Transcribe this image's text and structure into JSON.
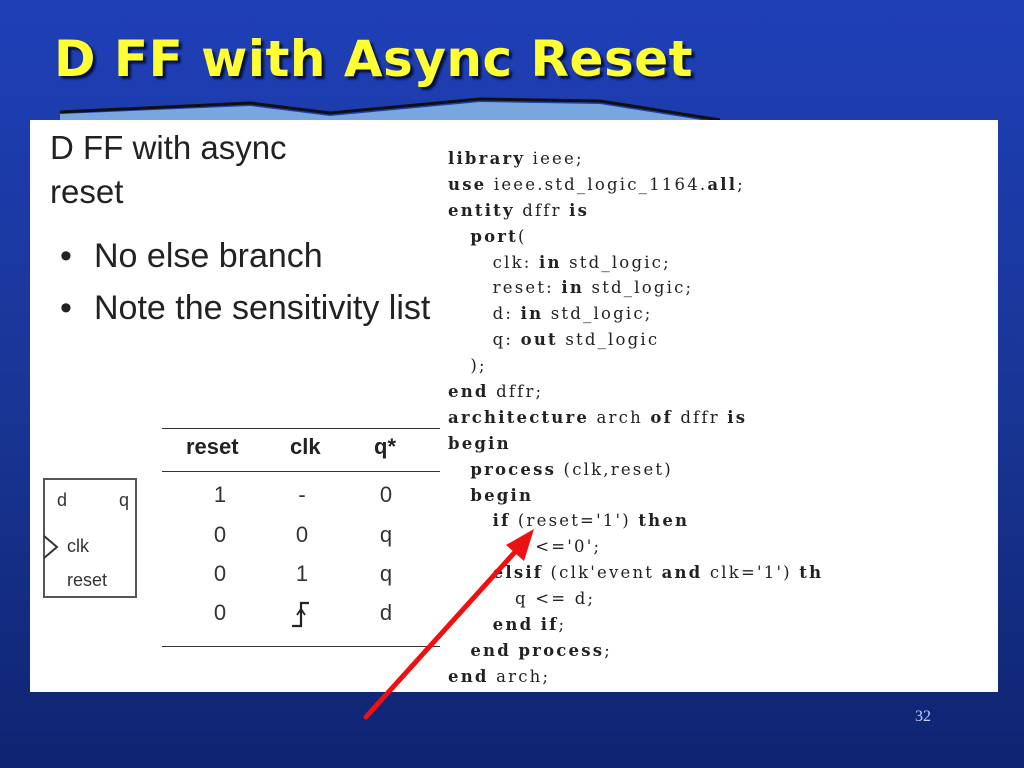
{
  "slide": {
    "title": "D FF with Async Reset",
    "number": "32"
  },
  "left": {
    "heading_line1": "D FF with async",
    "heading_line2": "reset",
    "bullets": [
      {
        "marker": "•",
        "text": "No else branch"
      },
      {
        "marker": "•",
        "text": "Note the sensitivity list"
      }
    ]
  },
  "ff_symbol": {
    "d": "d",
    "q": "q",
    "clk": "clk",
    "reset": "reset"
  },
  "truth_table": {
    "headers": [
      "reset",
      "clk",
      "q*"
    ],
    "rows": [
      [
        "1",
        "-",
        "0"
      ],
      [
        "0",
        "0",
        "q"
      ],
      [
        "0",
        "1",
        "q"
      ],
      [
        "0",
        "",
        "d"
      ]
    ],
    "rising_edge_icon": "rising-edge-icon"
  },
  "code": {
    "lines": [
      {
        "indent": "",
        "tokens": [
          {
            "t": "library",
            "kw": true
          },
          {
            "t": " ieee;",
            "kw": false
          }
        ]
      },
      {
        "indent": "",
        "tokens": [
          {
            "t": "use",
            "kw": true
          },
          {
            "t": " ieee.std_logic_1164.",
            "kw": false
          },
          {
            "t": "all",
            "kw": true
          },
          {
            "t": ";",
            "kw": false
          }
        ]
      },
      {
        "indent": "",
        "tokens": [
          {
            "t": "entity",
            "kw": true
          },
          {
            "t": " dffr ",
            "kw": false
          },
          {
            "t": "is",
            "kw": true
          }
        ]
      },
      {
        "indent": "   ",
        "tokens": [
          {
            "t": "port",
            "kw": true
          },
          {
            "t": "(",
            "kw": false
          }
        ]
      },
      {
        "indent": "      ",
        "tokens": [
          {
            "t": "clk: ",
            "kw": false
          },
          {
            "t": "in",
            "kw": true
          },
          {
            "t": " std_logic;",
            "kw": false
          }
        ]
      },
      {
        "indent": "      ",
        "tokens": [
          {
            "t": "reset: ",
            "kw": false
          },
          {
            "t": "in",
            "kw": true
          },
          {
            "t": " std_logic;",
            "kw": false
          }
        ]
      },
      {
        "indent": "      ",
        "tokens": [
          {
            "t": "d: ",
            "kw": false
          },
          {
            "t": "in",
            "kw": true
          },
          {
            "t": " std_logic;",
            "kw": false
          }
        ]
      },
      {
        "indent": "      ",
        "tokens": [
          {
            "t": "q: ",
            "kw": false
          },
          {
            "t": "out",
            "kw": true
          },
          {
            "t": " std_logic",
            "kw": false
          }
        ]
      },
      {
        "indent": "   ",
        "tokens": [
          {
            "t": ");",
            "kw": false
          }
        ]
      },
      {
        "indent": "",
        "tokens": [
          {
            "t": "end",
            "kw": true
          },
          {
            "t": " dffr;",
            "kw": false
          }
        ]
      },
      {
        "indent": "",
        "tokens": [
          {
            "t": "architecture",
            "kw": true
          },
          {
            "t": " arch ",
            "kw": false
          },
          {
            "t": "of",
            "kw": true
          },
          {
            "t": " dffr ",
            "kw": false
          },
          {
            "t": "is",
            "kw": true
          }
        ]
      },
      {
        "indent": "",
        "tokens": [
          {
            "t": "begin",
            "kw": true
          }
        ]
      },
      {
        "indent": "   ",
        "tokens": [
          {
            "t": "process",
            "kw": true
          },
          {
            "t": " (clk,reset)",
            "kw": false
          }
        ]
      },
      {
        "indent": "   ",
        "tokens": [
          {
            "t": "begin",
            "kw": true
          }
        ]
      },
      {
        "indent": "      ",
        "tokens": [
          {
            "t": "if",
            "kw": true
          },
          {
            "t": " (reset='1') ",
            "kw": false
          },
          {
            "t": "then",
            "kw": true
          }
        ]
      },
      {
        "indent": "         ",
        "tokens": [
          {
            "t": "q <='0';",
            "kw": false
          }
        ]
      },
      {
        "indent": "      ",
        "tokens": [
          {
            "t": "elsif",
            "kw": true
          },
          {
            "t": " (clk'event ",
            "kw": false
          },
          {
            "t": "and",
            "kw": true
          },
          {
            "t": " clk='1') ",
            "kw": false
          },
          {
            "t": "th",
            "kw": true
          }
        ]
      },
      {
        "indent": "         ",
        "tokens": [
          {
            "t": "q <= d;",
            "kw": false
          }
        ]
      },
      {
        "indent": "      ",
        "tokens": [
          {
            "t": "end",
            "kw": true
          },
          {
            "t": " ",
            "kw": false
          },
          {
            "t": "if",
            "kw": true
          },
          {
            "t": ";",
            "kw": false
          }
        ]
      },
      {
        "indent": "   ",
        "tokens": [
          {
            "t": "end",
            "kw": true
          },
          {
            "t": " ",
            "kw": false
          },
          {
            "t": "process",
            "kw": true
          },
          {
            "t": ";",
            "kw": false
          }
        ]
      },
      {
        "indent": "",
        "tokens": [
          {
            "t": "end",
            "kw": true
          },
          {
            "t": " arch;",
            "kw": false
          }
        ]
      }
    ]
  },
  "colors": {
    "title": "#ffff33",
    "background_top": "#1f3fb8",
    "background_bottom": "#0f2472",
    "arrow": "#ee1111"
  }
}
